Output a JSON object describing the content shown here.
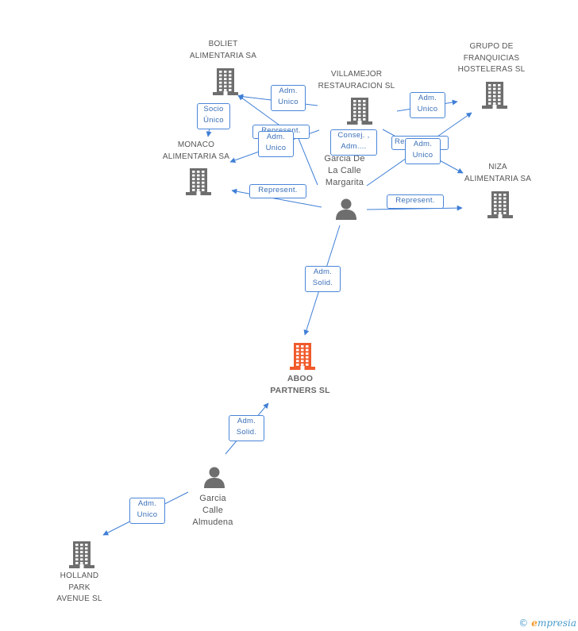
{
  "colors": {
    "edge": "#3f7fd6",
    "company": "#6e6e6e",
    "main": "#f15a2b",
    "person": "#6e6e6e"
  },
  "nodes": [
    {
      "id": "boliet",
      "kind": "company",
      "label": "BOLIET\nALIMENTARIA SA"
    },
    {
      "id": "villamejor",
      "kind": "company",
      "label": "VILLAMEJOR\nRESTAURACION SL"
    },
    {
      "id": "grupo",
      "kind": "company",
      "label": "GRUPO DE\nFRANQUICIAS\nHOSTELERAS SL"
    },
    {
      "id": "monaco",
      "kind": "company",
      "label": "MONACO\nALIMENTARIA SA"
    },
    {
      "id": "niza",
      "kind": "company",
      "label": "NIZA\nALIMENTARIA SA"
    },
    {
      "id": "margarita",
      "kind": "person",
      "label": "Garcia De\nLa Calle\nMargarita"
    },
    {
      "id": "aboo",
      "kind": "main",
      "label": "ABOO\nPARTNERS SL"
    },
    {
      "id": "almudena",
      "kind": "person",
      "label": "Garcia\nCalle\nAlmudena"
    },
    {
      "id": "holland",
      "kind": "company",
      "label": "HOLLAND\nPARK\nAVENUE SL"
    }
  ],
  "edge_labels": [
    {
      "id": "e1",
      "text": "Adm.\nUnico"
    },
    {
      "id": "e2",
      "text": "Socio\nÚnico"
    },
    {
      "id": "e3",
      "text": "Represent."
    },
    {
      "id": "e4",
      "text": "Adm.\nUnico"
    },
    {
      "id": "e5",
      "text": "Consej. ,\nAdm...."
    },
    {
      "id": "e6",
      "text": "Adm.\nUnico"
    },
    {
      "id": "e7",
      "text": "Re..."
    },
    {
      "id": "e8",
      "text": "Adm.\nUnico"
    },
    {
      "id": "e9",
      "text": "Represent."
    },
    {
      "id": "e10",
      "text": "Represent."
    },
    {
      "id": "e11",
      "text": "Adm.\nSolid."
    },
    {
      "id": "e12",
      "text": "Adm.\nSolid."
    },
    {
      "id": "e13",
      "text": "Adm.\nUnico"
    }
  ],
  "footer": {
    "copyright": "©",
    "brand_e": "e",
    "brand_rest": "mpresia"
  }
}
